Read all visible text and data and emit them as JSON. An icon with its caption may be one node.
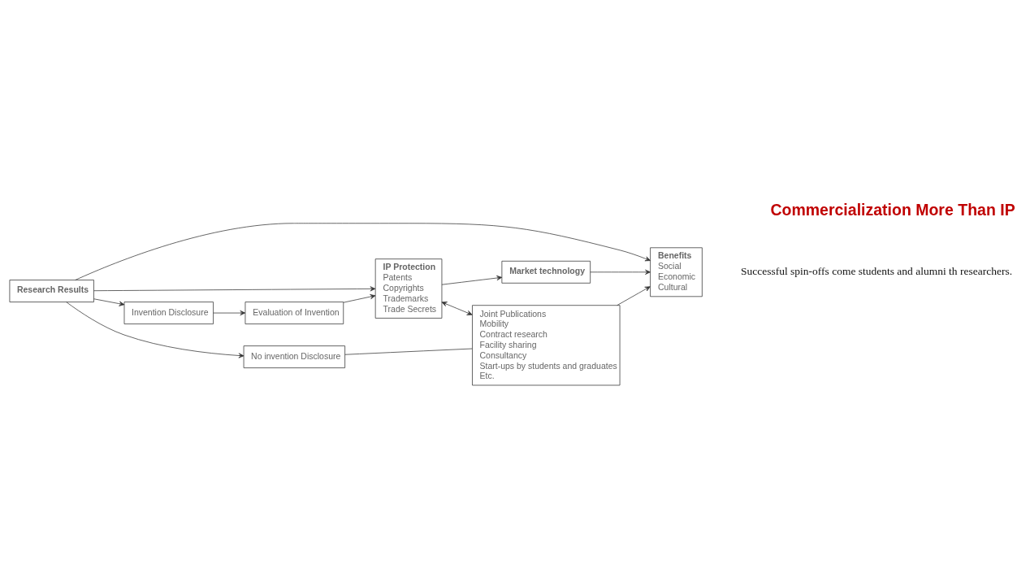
{
  "diagram": {
    "title": "Commercialization More Than IP",
    "nodes": [
      {
        "text": [
          "Research Results"
        ]
      },
      {
        "text": [
          "Invention Disclosure"
        ]
      },
      {
        "text": [
          "Evaluation of Invention"
        ]
      },
      {
        "text": [
          "IP Protection",
          "Patents",
          "Copyrights",
          "Trademarks",
          "Trade Secrets"
        ]
      },
      {
        "text": [
          "Market technology"
        ]
      },
      {
        "text": [
          "Benefits",
          "Social",
          "Economic",
          "Cultural"
        ]
      },
      {
        "text": [
          "No invention Disclosure"
        ]
      },
      {
        "text": [
          "Joint Publications",
          "Mobility",
          "Contract research",
          "Facility sharing",
          "Consultancy",
          "Start-ups by students and graduates",
          "Etc."
        ]
      }
    ],
    "edges": [
      {
        "from": 0,
        "to": 1,
        "arrow": "to"
      },
      {
        "from": 1,
        "to": 2,
        "arrow": "to"
      },
      {
        "from": 2,
        "to": 3,
        "arrow": "to"
      },
      {
        "from": 0,
        "to": 3,
        "arrow": "to"
      },
      {
        "from": 0,
        "to": 6,
        "arrow": "to"
      },
      {
        "from": 3,
        "to": 4,
        "arrow": "to"
      },
      {
        "from": 4,
        "to": 5,
        "arrow": "to"
      },
      {
        "from": 3,
        "to": 7,
        "arrow": "both"
      },
      {
        "from": 6,
        "to": 7,
        "arrow": "none"
      },
      {
        "from": 7,
        "to": 5,
        "arrow": "to"
      },
      {
        "from": 0,
        "to": 5,
        "arrow": "to"
      }
    ],
    "labels": [
      "Successful spin-offs come students and alumni th researchers."
    ]
  }
}
